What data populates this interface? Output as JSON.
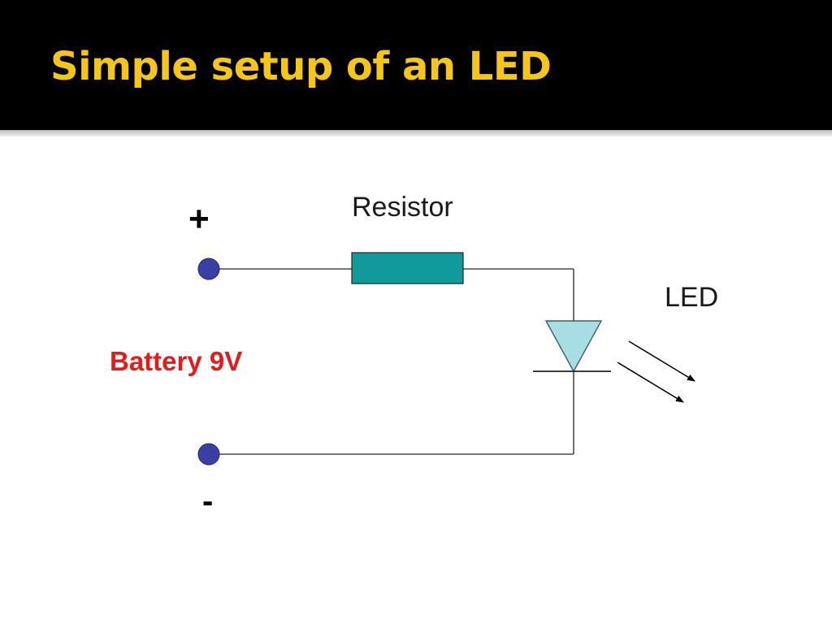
{
  "slide": {
    "title": "Simple setup of an LED"
  },
  "diagram": {
    "plus_label": "+",
    "minus_label": "-",
    "battery_label": "Battery 9V",
    "resistor_label": "Resistor",
    "led_label": "LED"
  },
  "colors": {
    "title_bar": "#000000",
    "title_text": "#f5c518",
    "resistor_fill": "#119a9a",
    "terminal_fill": "#3a3fa6",
    "led_fill": "#a8dde4",
    "battery_label": "#e51a1a",
    "wire": "#4a4a4a"
  }
}
